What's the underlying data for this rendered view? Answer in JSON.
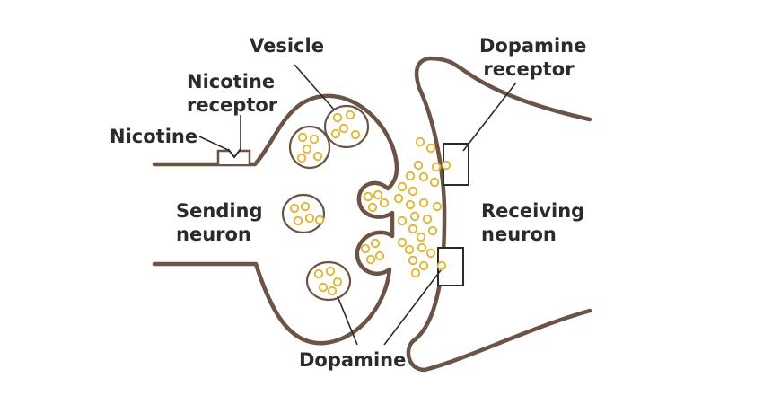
{
  "labels": {
    "vesicle": "Vesicle",
    "nicotine_receptor_1": "Nicotine",
    "nicotine_receptor_2": "receptor",
    "nicotine": "Nicotine",
    "dopamine_receptor_1": "Dopamine",
    "dopamine_receptor_2": "receptor",
    "sending_1": "Sending",
    "sending_2": "neuron",
    "receiving_1": "Receiving",
    "receiving_2": "neuron",
    "dopamine": "Dopamine"
  },
  "colors": {
    "membrane": "#6b5446",
    "dopamine": "#e0b83c",
    "text": "#2b2b2b",
    "leader": "#2b2b2b"
  }
}
